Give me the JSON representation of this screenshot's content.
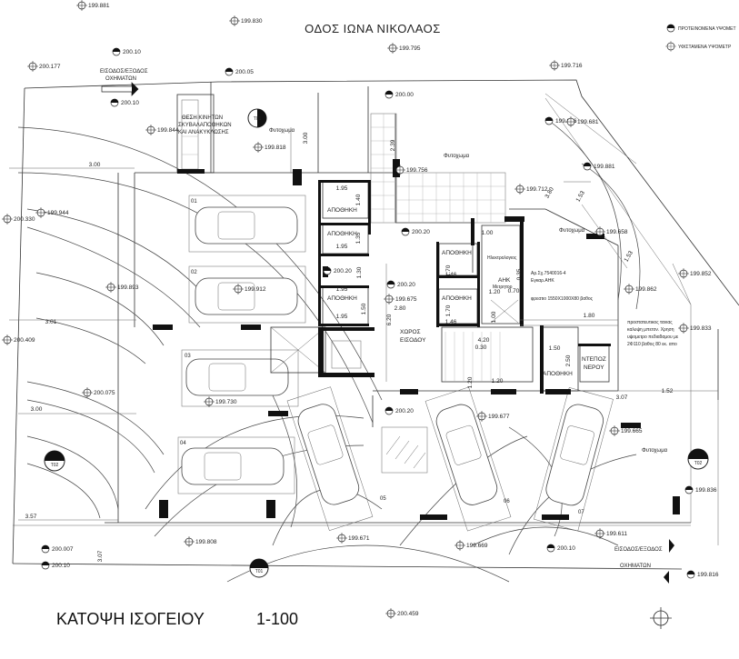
{
  "drawing": {
    "street_name": "ΟΔΟΣ ΙΩΝΑ ΝΙΚΟΛΑΟΣ",
    "title": "ΚΑΤΟΨΗ ΙΣΟΓΕΙΟΥ",
    "scale": "1-100",
    "legend": [
      {
        "label": "ΠΡΟΤΕΙΝΟΜΕΝΑ ΥΨΟΜΕΤ"
      },
      {
        "label": "ΥΦΙΣΤΑΜΕΝΑ ΥΨΟΜΕΤΡ"
      }
    ],
    "entrance_top": {
      "line1": "ΕΙΣΟΔΟΣ/ΕΞΟΔΟΣ",
      "line2": "ΟΧΗΜΑΤΩΝ"
    },
    "entrance_bottom": {
      "line1": "ΕΙΣΟΔΟΣ/ΕΞΟΔΟΣ",
      "line2": "ΟΧΗΜΑΤΩΝ"
    },
    "bins": {
      "line1": "ΘΕΣΗ ΚΙΝΗΤΩΝ",
      "line2": "ΣΚΥΒΑΛΑΠΟΘΗΚΩΝ",
      "line3": "ΚΑΙ ΑΝΑΚΥΚΛΩΣΗΣ"
    },
    "entrance_space": {
      "line1": "ΧΩΡΟΣ",
      "line2": "ΕΙΣΟΔΟΥ"
    },
    "water_tank": {
      "line1": "ΝΤΕΠΟΖ",
      "line2": "ΝΕΡΟΥ"
    },
    "meters": {
      "label": "ΑΗΚ",
      "sub": "Μετρητορ"
    },
    "meter_label": "Ηλεκτρολογιος",
    "ahk_note": {
      "line1": "Αρ.Σχ.7540016-4",
      "line2": "Εγκαρ.ΑΗΚ"
    },
    "pit_note": "φρεατιο 1550X1000X80 βαθος",
    "protection_note": {
      "line1": "προστατευτικος τανιας",
      "line2": "καλυψη μπετον. Χρηση",
      "line3": "υψομετρο πεδιαδαμου με",
      "line4": "2Φ110 βαθος 80 εκ. απο"
    },
    "planting": "Φυτοχωμα",
    "storage": "ΑΠΟΘΗΚΗ",
    "parking_numbers": [
      "01",
      "02",
      "03",
      "04",
      "05",
      "06",
      "07"
    ],
    "section_marks": [
      "T01",
      "T02"
    ],
    "levels": [
      "199.881",
      "199.830",
      "199.795",
      "200.10",
      "200.05",
      "200.177",
      "200.10",
      "199.716",
      "200.00",
      "199.916",
      "199.844",
      "199.681",
      "199.818",
      "199.756",
      "199.881",
      "199.712",
      "200.330",
      "199.944",
      "200.20",
      "199.658",
      "200.20",
      "199.852",
      "199.893",
      "199.912",
      "200.20",
      "199.675",
      "199.862",
      "200.409",
      "199.833",
      "200.075",
      "199.730",
      "200.20",
      "199.677",
      "199.665",
      "199.836",
      "200.007",
      "199.808",
      "199.671",
      "199.669",
      "200.10",
      "199.611",
      "200.10",
      "199.816",
      "200.459"
    ],
    "dimensions": [
      "1.95",
      "1.40",
      "1.95",
      "1.35",
      "1.95",
      "1.95",
      "1.30",
      "1.50",
      "3.00",
      "3.00",
      "2.39",
      "1.00",
      "1.70",
      "1.46",
      "1.70",
      "1.46",
      "0.70",
      "1.20",
      "0.35",
      "1.00",
      "2.80",
      "6.20",
      "4.20",
      "0.30",
      "1.20",
      "1.80",
      "1.50",
      "2.50",
      "1.20",
      "1.52",
      "3.07",
      "3.00",
      "3.01",
      "3.57",
      "3.07",
      "3.80",
      "1.53",
      "1.53"
    ]
  }
}
